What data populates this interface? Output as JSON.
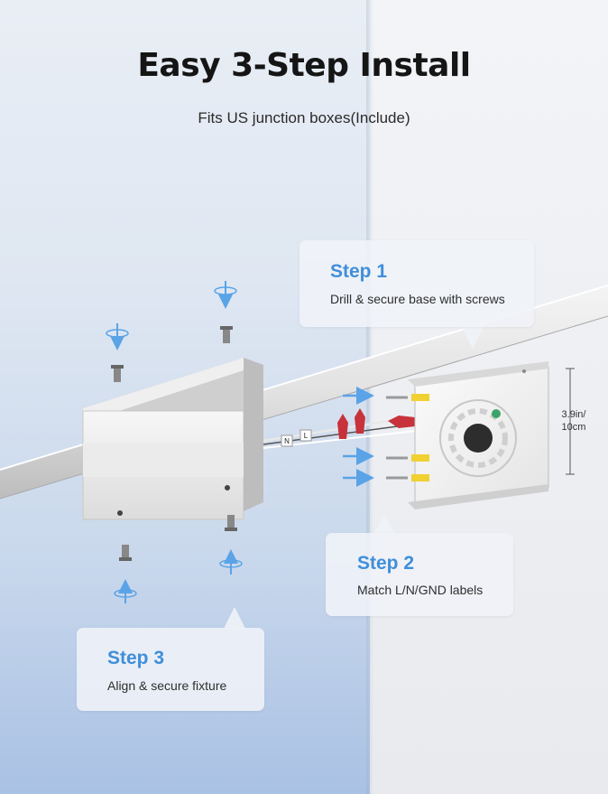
{
  "title": "Easy 3-Step Install",
  "subtitle": "Fits US junction boxes(Include)",
  "steps": [
    {
      "label": "Step 1",
      "text": "Drill & secure base with screws"
    },
    {
      "label": "Step 2",
      "text": "Match L/N/GND labels"
    },
    {
      "label": "Step 3",
      "text": "Align & secure fixture"
    }
  ],
  "dimension": {
    "line1": "3.9in/",
    "line2": "10cm"
  },
  "wire_labels": {
    "neutral": "N",
    "live": "L"
  },
  "colors": {
    "accent": "#3f8fd9",
    "arrow": "#5aa3e6",
    "wire_nut": "#c8323a",
    "anchor": "#f1d032"
  }
}
